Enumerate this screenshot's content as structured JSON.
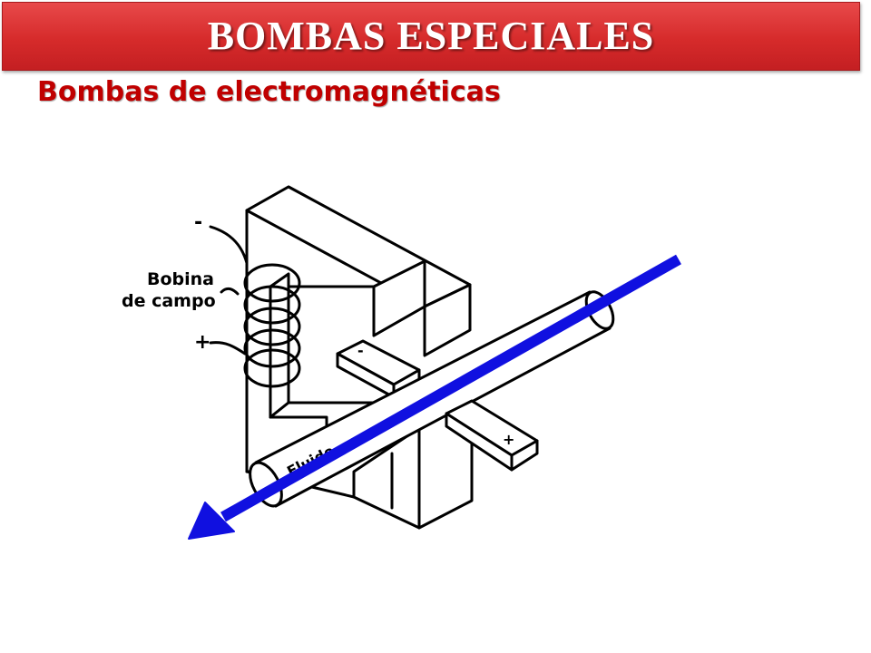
{
  "header": {
    "title": "BOMBAS ESPECIALES",
    "subtitle": "Bombas de electromagnéticas"
  },
  "diagram": {
    "coil_label_line1": "Bobina",
    "coil_label_line2": "de campo",
    "terminal_minus": "-",
    "terminal_plus": "+",
    "electrode_top_sign": "-",
    "electrode_front_sign": "+",
    "fluid_label": "Fluido"
  },
  "colors": {
    "header_red": "#d62b2b",
    "subtitle_red": "#c00000",
    "arrow_blue": "#1010e0"
  }
}
